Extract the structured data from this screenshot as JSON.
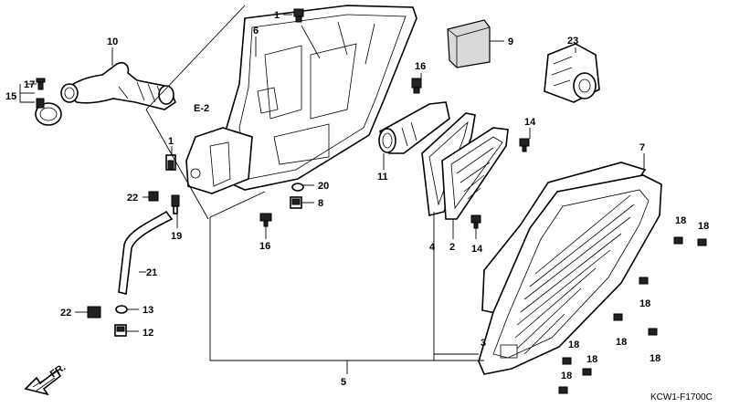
{
  "callouts": {
    "c1a": "1",
    "c1b": "1",
    "c2": "2",
    "c3": "3",
    "c4": "4",
    "c5": "5",
    "c6": "6",
    "c7": "7",
    "c8": "8",
    "c9": "9",
    "c10": "10",
    "c11": "11",
    "c12": "12",
    "c13": "13",
    "c14a": "14",
    "c14b": "14",
    "c15": "15",
    "c16a": "16",
    "c16b": "16",
    "c17": "17",
    "c18a": "18",
    "c18b": "18",
    "c18c": "18",
    "c18d": "18",
    "c18e": "18",
    "c18f": "18",
    "c18g": "18",
    "c18h": "18",
    "c19": "19",
    "c20": "20",
    "c21": "21",
    "c22a": "22",
    "c22b": "22",
    "c23": "23"
  },
  "ref_label": "E-2",
  "direction_label": "FR.",
  "diagram_code": "KCW1-F1700C"
}
